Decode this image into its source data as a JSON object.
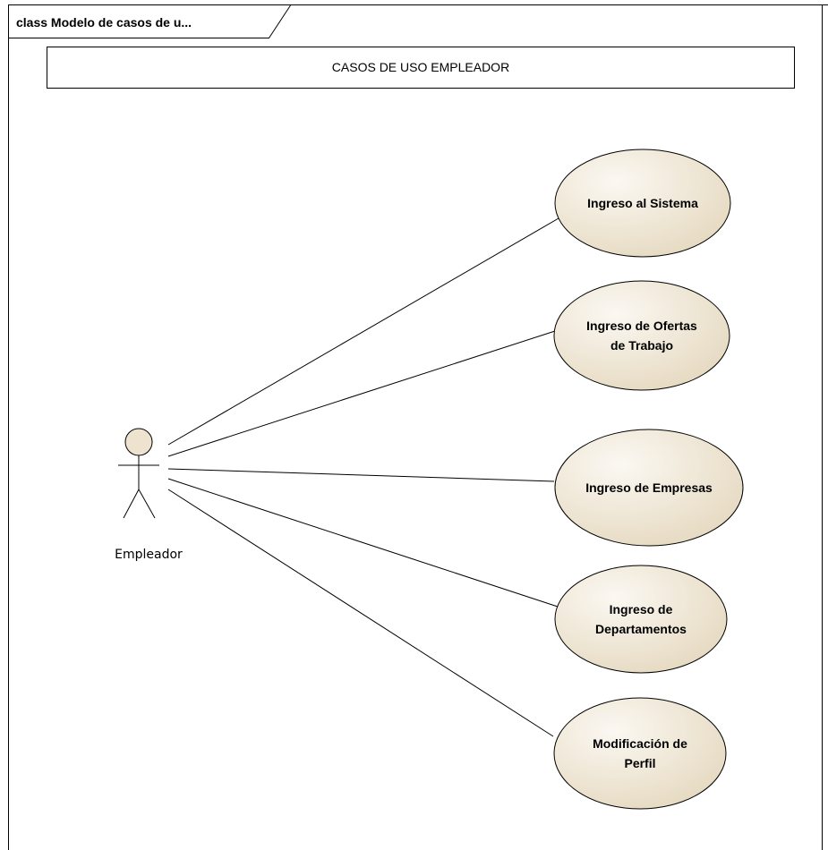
{
  "frame": {
    "label": "class Modelo de casos de u..."
  },
  "note": {
    "text": "CASOS DE USO EMPLEADOR"
  },
  "actor": {
    "name": "Empleador",
    "fill_color": "#ede3cf"
  },
  "use_cases": [
    {
      "id": "ingreso-al-sistema",
      "lines": [
        "Ingreso al Sistema"
      ]
    },
    {
      "id": "ingreso-de-ofertas-de-trabajo",
      "lines": [
        "Ingreso de Ofertas",
        "de Trabajo"
      ]
    },
    {
      "id": "ingreso-de-empresas",
      "lines": [
        "Ingreso de Empresas"
      ]
    },
    {
      "id": "ingreso-de-departamentos",
      "lines": [
        "Ingreso de",
        "Departamentos"
      ]
    },
    {
      "id": "modificacion-de-perfil",
      "lines": [
        "Modificación de",
        "Perfil"
      ]
    }
  ],
  "colors": {
    "usecase_fill_light": "#fbf8f2",
    "usecase_fill_dark": "#e6dac2",
    "line": "#000000"
  }
}
